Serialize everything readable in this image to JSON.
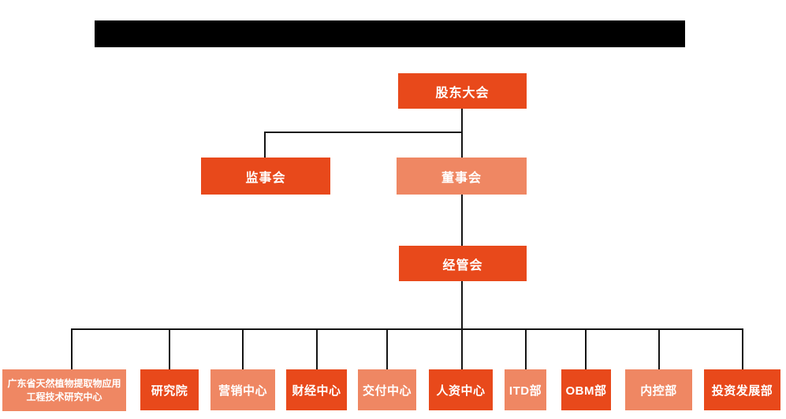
{
  "colors": {
    "primary_orange": "#E8491B",
    "light_orange": "#EF8763",
    "connector_black": "#141414",
    "redaction_black": "#000000",
    "background": "#ffffff",
    "node_text": "#ffffff"
  },
  "org_chart": {
    "title_redacted": true,
    "root": {
      "label": "股东大会",
      "variant": "primary"
    },
    "level2": [
      {
        "id": "supervisory-board",
        "label": "监事会",
        "variant": "primary"
      },
      {
        "id": "board-of-directors",
        "label": "董事会",
        "variant": "light"
      }
    ],
    "level3": {
      "id": "management-committee",
      "label": "经管会",
      "variant": "primary"
    },
    "departments": [
      {
        "id": "guangdong-research-center",
        "label": "广东省天然植物提取物应用工程技术研究中心",
        "variant": "light"
      },
      {
        "id": "research-institute",
        "label": "研究院",
        "variant": "primary"
      },
      {
        "id": "marketing-center",
        "label": "营销中心",
        "variant": "light"
      },
      {
        "id": "finance-center",
        "label": "财经中心",
        "variant": "primary"
      },
      {
        "id": "delivery-center",
        "label": "交付中心",
        "variant": "light"
      },
      {
        "id": "hr-center",
        "label": "人资中心",
        "variant": "primary"
      },
      {
        "id": "itd-dept",
        "label": "ITD部",
        "variant": "light"
      },
      {
        "id": "obm-dept",
        "label": "OBM部",
        "variant": "primary"
      },
      {
        "id": "internal-control-dept",
        "label": "内控部",
        "variant": "light"
      },
      {
        "id": "investment-development-dept",
        "label": "投资发展部",
        "variant": "primary"
      }
    ]
  }
}
